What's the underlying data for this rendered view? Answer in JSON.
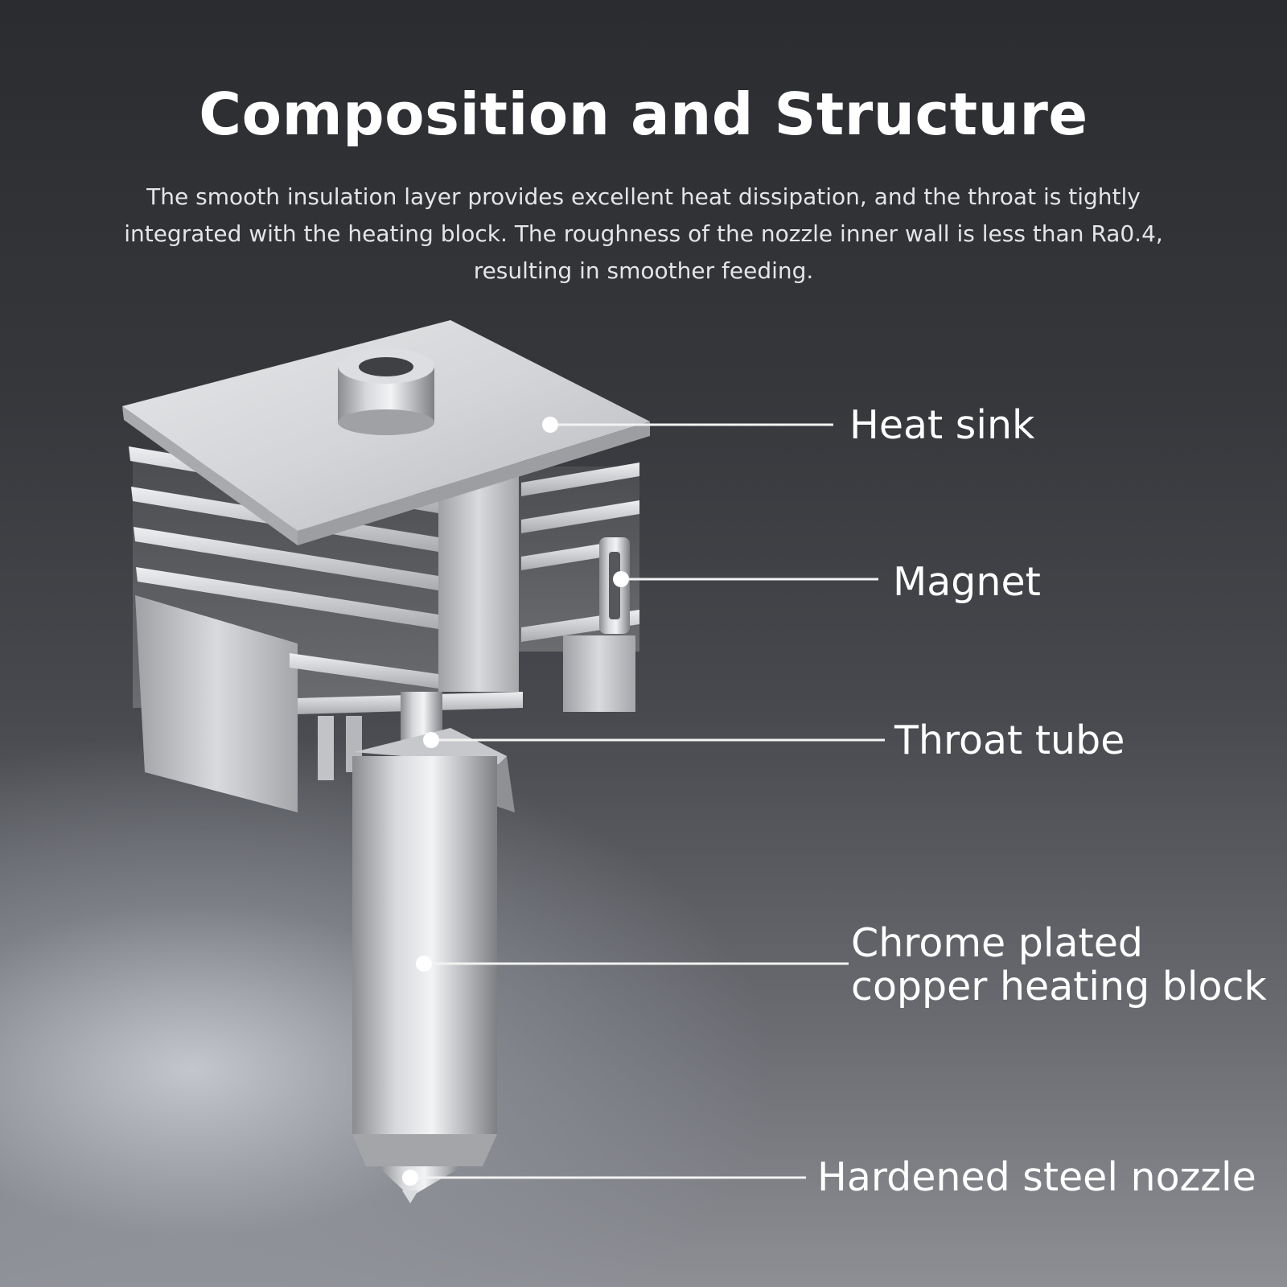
{
  "header": {
    "title": "Composition and Structure",
    "description": "The smooth insulation layer provides excellent heat dissipation, and the throat is tightly integrated with the heating block. The roughness of the nozzle inner wall is less than Ra0.4, resulting in smoother feeding."
  },
  "labels": {
    "heat_sink": "Heat sink",
    "magnet": "Magnet",
    "throat_tube": "Throat tube",
    "heating_block": "Chrome plated copper heating block",
    "nozzle": "Hardened steel nozzle"
  },
  "colors": {
    "text": "#ffffff",
    "leader_line": "#f2f2f2",
    "metal": "#c9cbce"
  }
}
